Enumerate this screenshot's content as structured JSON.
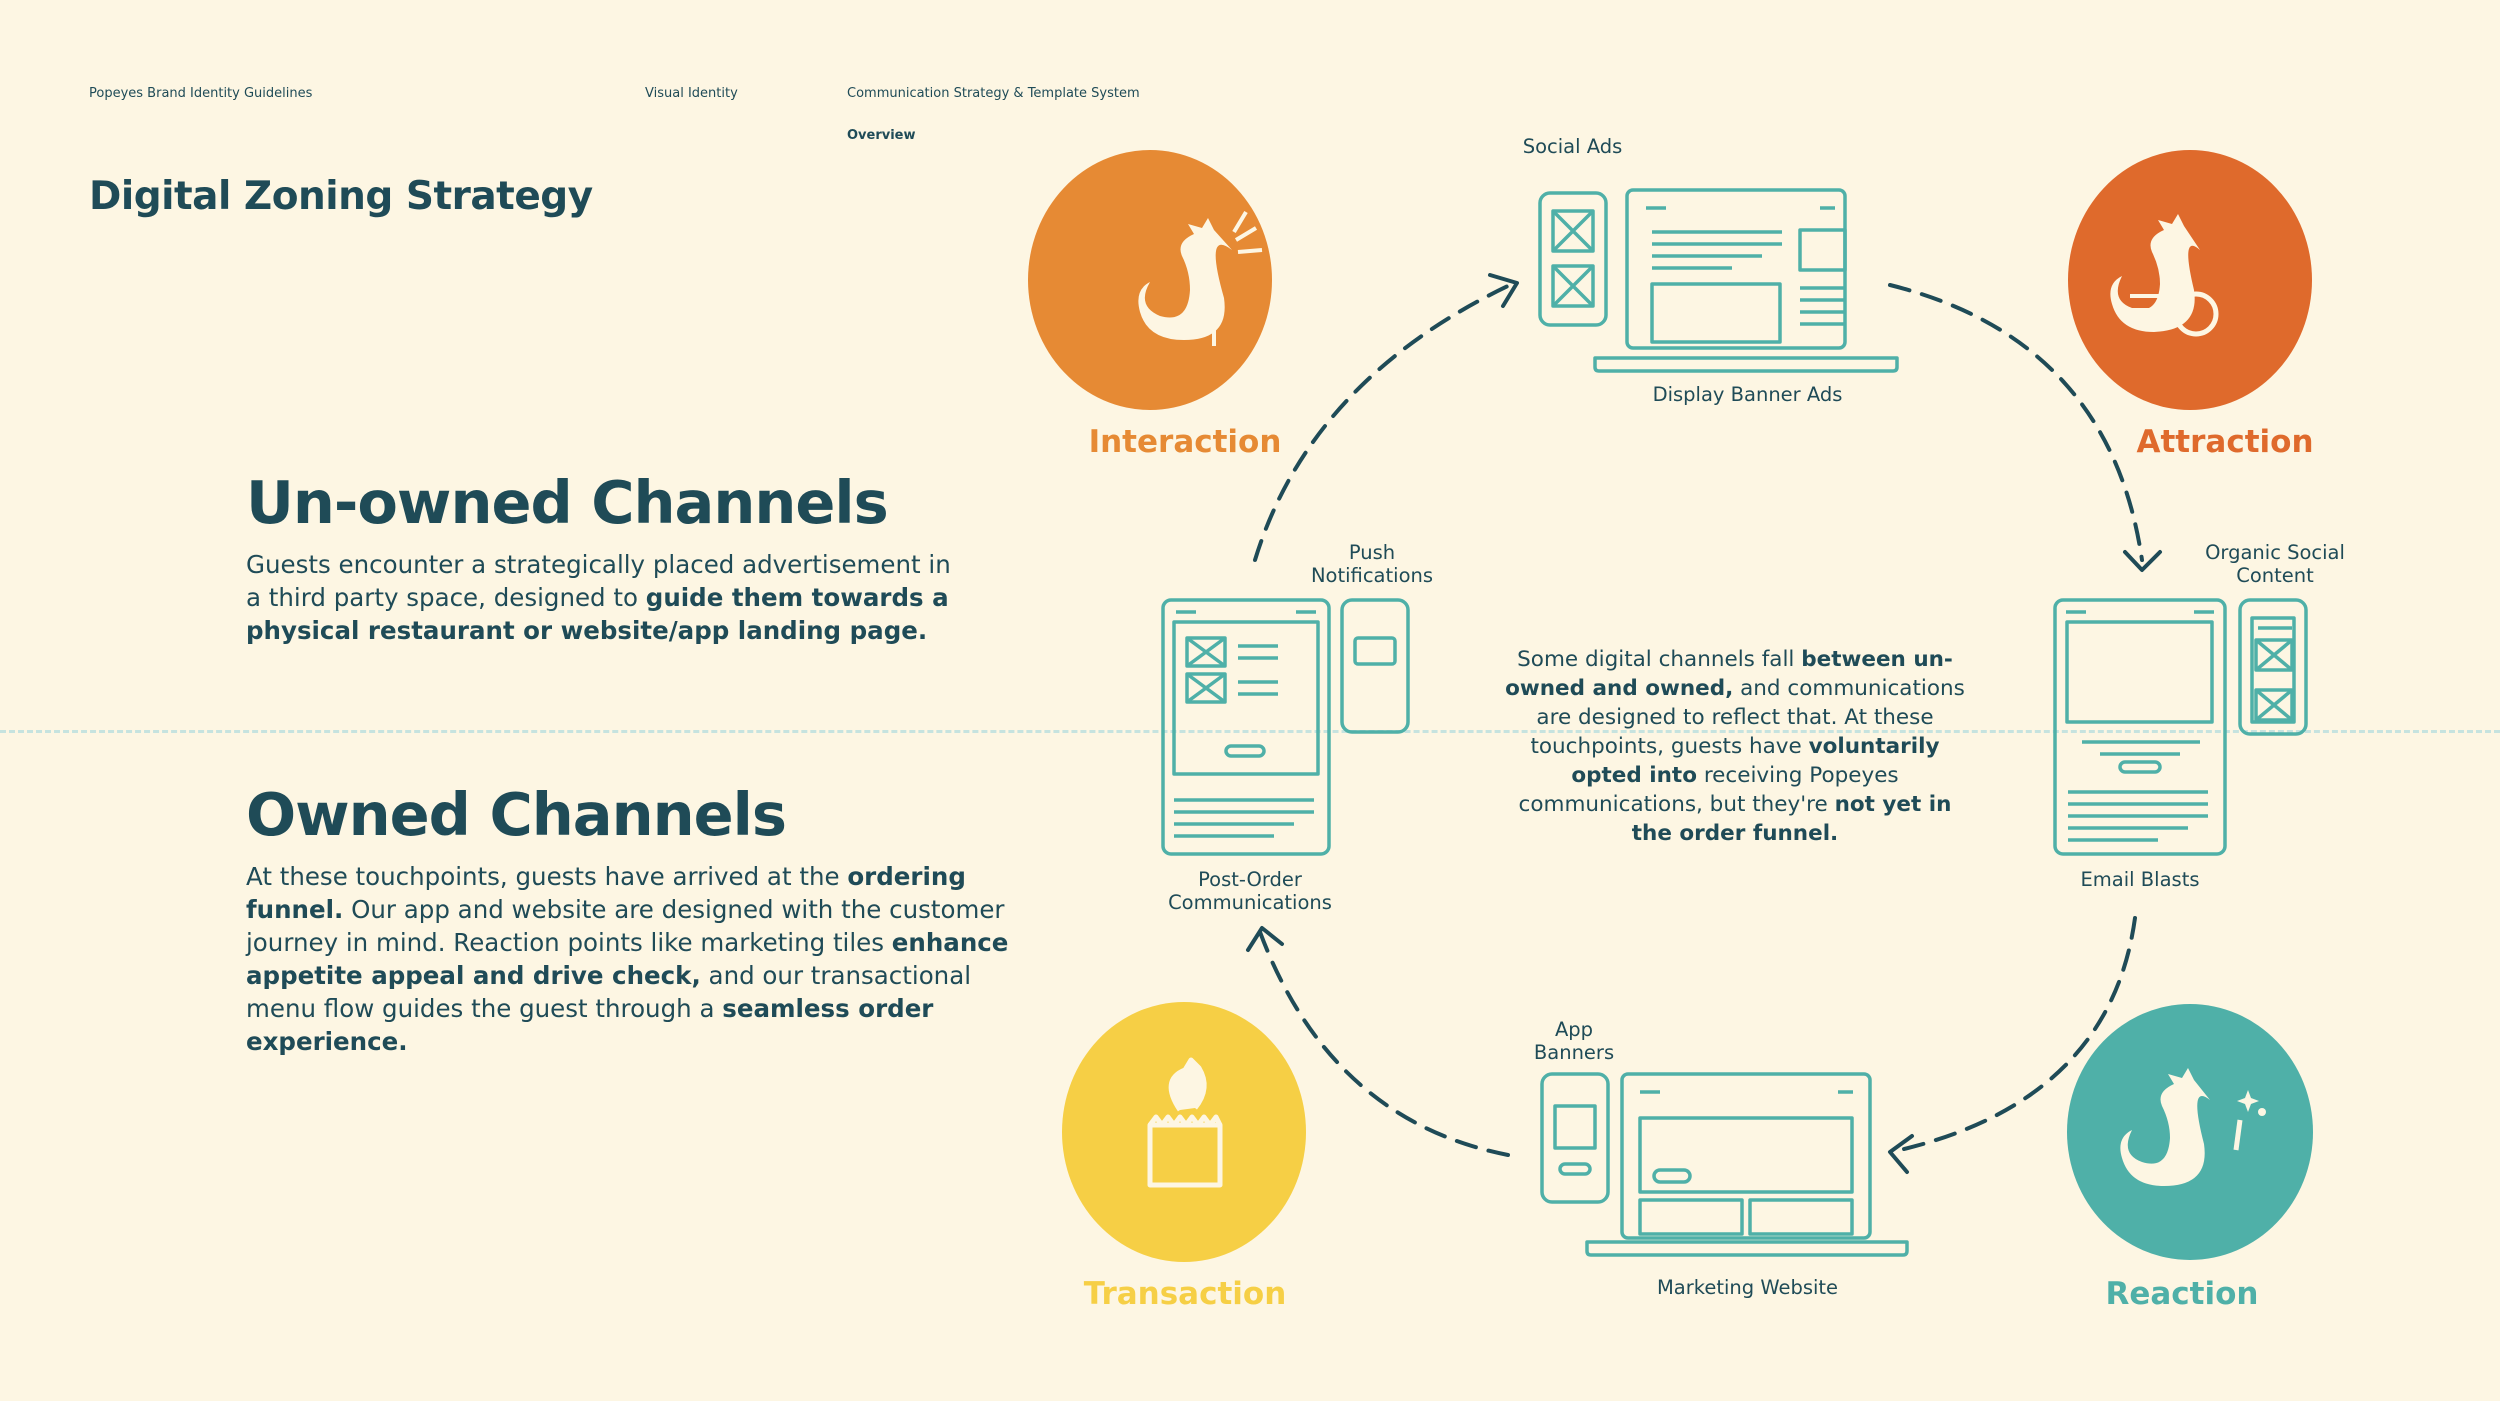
{
  "header": {
    "guidelines": "Popeyes Brand Identity Guidelines",
    "section": "Visual Identity",
    "subsection": "Communication Strategy & Template System",
    "page": "Overview"
  },
  "title": "Digital Zoning Strategy",
  "unowned": {
    "title": "Un-owned Channels",
    "body_1": "Guests encounter a strategically placed advertisement in a third party space, designed to ",
    "body_bold": "guide them towards a physical restaurant or website/app landing page."
  },
  "owned": {
    "title": "Owned Channels",
    "p1": "At these touchpoints, guests have arrived at the ",
    "b1": "ordering funnel.",
    "p2": " Our app and website are designed with the customer journey in mind. Reaction points like marketing tiles ",
    "b2": "enhance appetite appeal and drive check,",
    "p3": " and our transactional menu flow guides the guest through a ",
    "b3": "seamless order experience."
  },
  "center": {
    "p1": "Some digital channels fall ",
    "b1": "between un-owned and owned,",
    "p2": " and communications are designed to reflect that. At these touchpoints, guests have ",
    "b2": "voluntarily opted into",
    "p3": " receiving Popeyes communications, but they're ",
    "b3": "not yet in the order funnel."
  },
  "stages": {
    "interaction": "Interaction",
    "attraction": "Attraction",
    "reaction": "Reaction",
    "transaction": "Transaction"
  },
  "channels": {
    "social_ads": "Social Ads",
    "display_banner_ads": "Display Banner Ads",
    "push_notifications": "Push Notifications",
    "organic_social": "Organic Social Content",
    "post_order": "Post-Order Communications",
    "email_blasts": "Email Blasts",
    "app_banners": "App Banners",
    "marketing_website": "Marketing Website"
  },
  "colors": {
    "navy": "#1f4b57",
    "teal": "#4fb0a8",
    "orange": "#e68a34",
    "red_orange": "#df6a2c",
    "yellow": "#f6cf45",
    "background": "#fdf6e3"
  },
  "icons": {
    "interaction": "rooster-crowing-icon",
    "attraction": "rooster-running-icon",
    "reaction": "rooster-sparkle-icon",
    "transaction": "rooster-bag-icon"
  }
}
